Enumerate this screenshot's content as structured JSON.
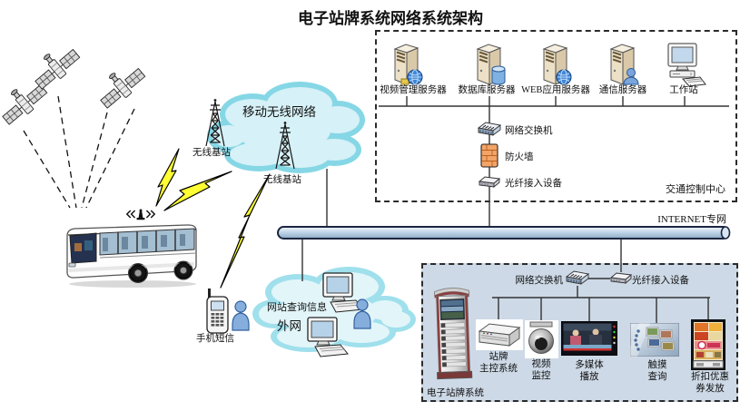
{
  "title": "电子站牌系统网络系统架构",
  "control_center": {
    "name_label": "交通控制中心",
    "servers": [
      {
        "label": "视频管理服务器"
      },
      {
        "label": "数据库服务器"
      },
      {
        "label": "WEB应用服务器"
      },
      {
        "label": "通信服务器"
      },
      {
        "label": "工作站"
      }
    ],
    "switch_label": "网络交换机",
    "firewall_label": "防火墙",
    "fiber_label": "光纤接入设备"
  },
  "backbone": {
    "label": "INTERNET专网"
  },
  "wireless": {
    "network_label": "移动无线网络",
    "base_station_left_label": "无线基站",
    "base_station_right_label": "无线基站"
  },
  "sms": {
    "label": "手机短信"
  },
  "extranet": {
    "query_label": "网站查询信息",
    "cloud_label": "外网"
  },
  "sign_system": {
    "name_label": "电子站牌系统",
    "switch_label": "网络交换机",
    "fiber_label": "光纤接入设备",
    "devices": [
      {
        "label": "站牌\n主控系统"
      },
      {
        "label": "视频\n监控"
      },
      {
        "label": "多媒体\n播放"
      },
      {
        "label": "触摸\n查询"
      },
      {
        "label": "折扣优惠\n券发放"
      }
    ]
  },
  "colors": {
    "box_fill": "#cdd9e6",
    "bar_border": "#1b2540",
    "cloud_edge": "#86d7e6",
    "cloud_inner": "#d6f1f7",
    "lightning": "#ffff33",
    "firewall": "#f3a469"
  }
}
